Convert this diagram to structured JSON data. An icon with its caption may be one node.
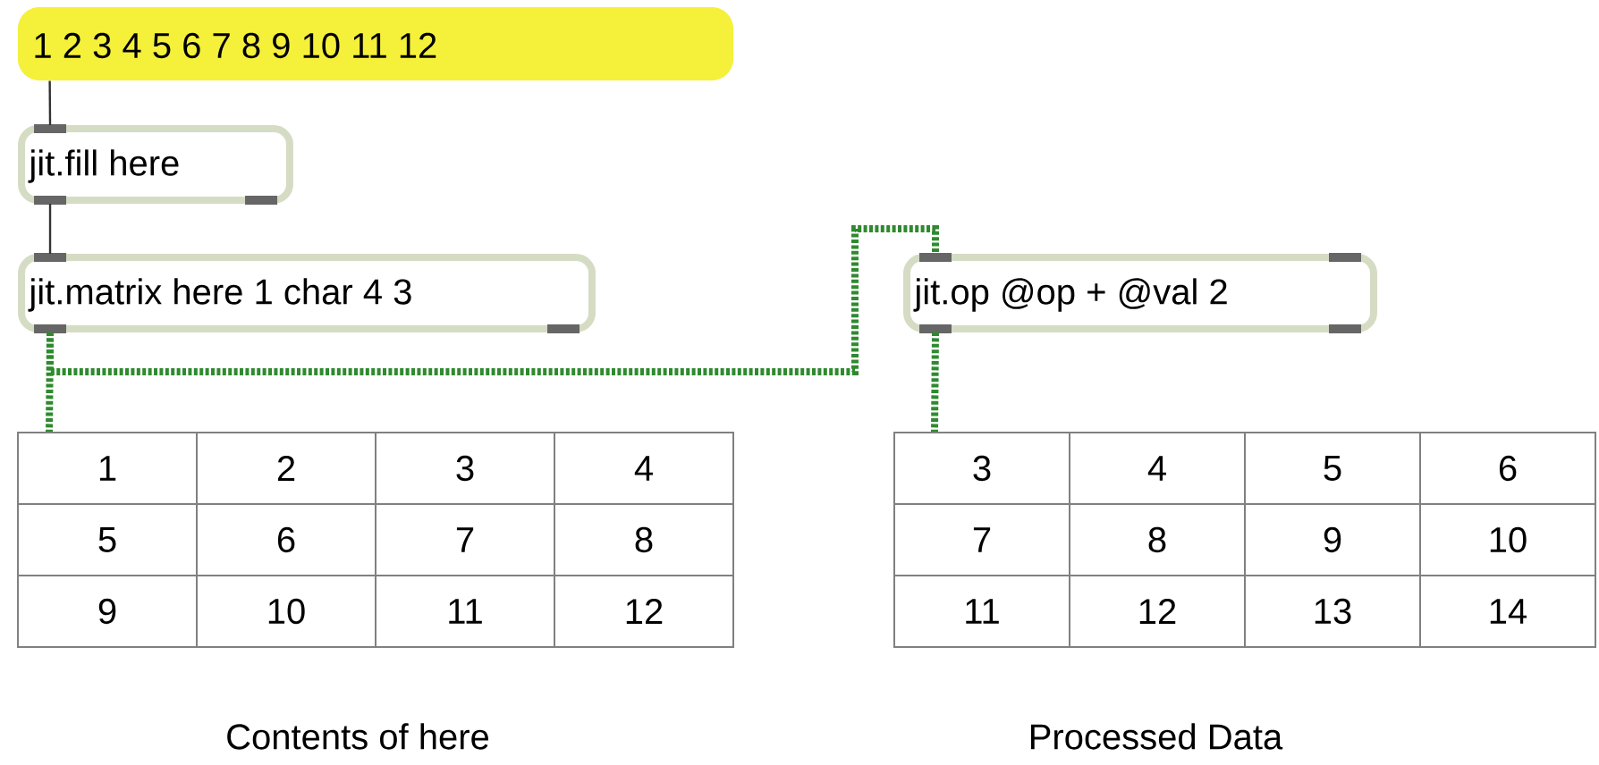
{
  "diagram": {
    "nodes": [
      {
        "text": [
          "1 2 3 4 5 6 7 8 9 10 11 12"
        ]
      },
      {
        "text": [
          "jit.fill here"
        ]
      },
      {
        "text": [
          "jit.matrix here 1 char 4 3"
        ]
      },
      {
        "text": [
          "jit.op @op + @val 2"
        ]
      },
      {
        "text": [
          "1",
          "2",
          "3",
          "4",
          "5",
          "6",
          "7",
          "8",
          "9",
          "10",
          "11",
          "12"
        ],
        "beside": [
          "Contents of here"
        ]
      },
      {
        "text": [
          "3",
          "4",
          "5",
          "6",
          "7",
          "8",
          "9",
          "10",
          "11",
          "12",
          "13",
          "14"
        ],
        "beside": [
          "Processed Data"
        ]
      }
    ],
    "edges": [
      {
        "from": 0,
        "to": 1,
        "arrow": "none",
        "color": "#333333"
      },
      {
        "from": 1,
        "to": 2,
        "arrow": "none",
        "color": "#333333"
      },
      {
        "from": 2,
        "to": 4,
        "arrow": "none",
        "style": "dashed"
      },
      {
        "from": 2,
        "to": 3,
        "arrow": "none",
        "style": "dashed"
      },
      {
        "from": 3,
        "to": 5,
        "arrow": "none",
        "style": "dashed"
      }
    ]
  }
}
